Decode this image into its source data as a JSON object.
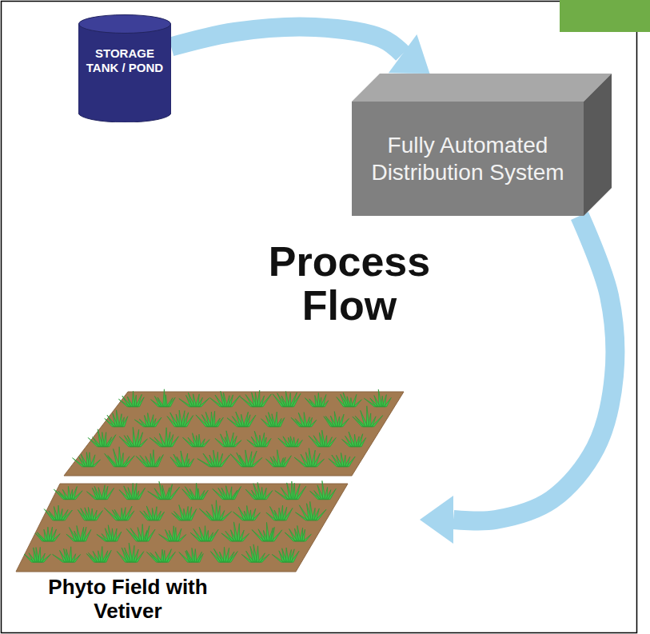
{
  "diagram": {
    "nodes": [
      {
        "text": [
          "STORAGE TANK / POND"
        ]
      },
      {
        "text": [
          "Fully Automated Distribution System"
        ]
      },
      {
        "text": [
          "Phyto Field with Vetiver"
        ]
      }
    ],
    "edges": [
      {
        "from": 0,
        "to": 1,
        "arrow": "to"
      },
      {
        "from": 1,
        "to": 2,
        "arrow": "to"
      }
    ],
    "labels": [
      "Process Flow"
    ]
  }
}
